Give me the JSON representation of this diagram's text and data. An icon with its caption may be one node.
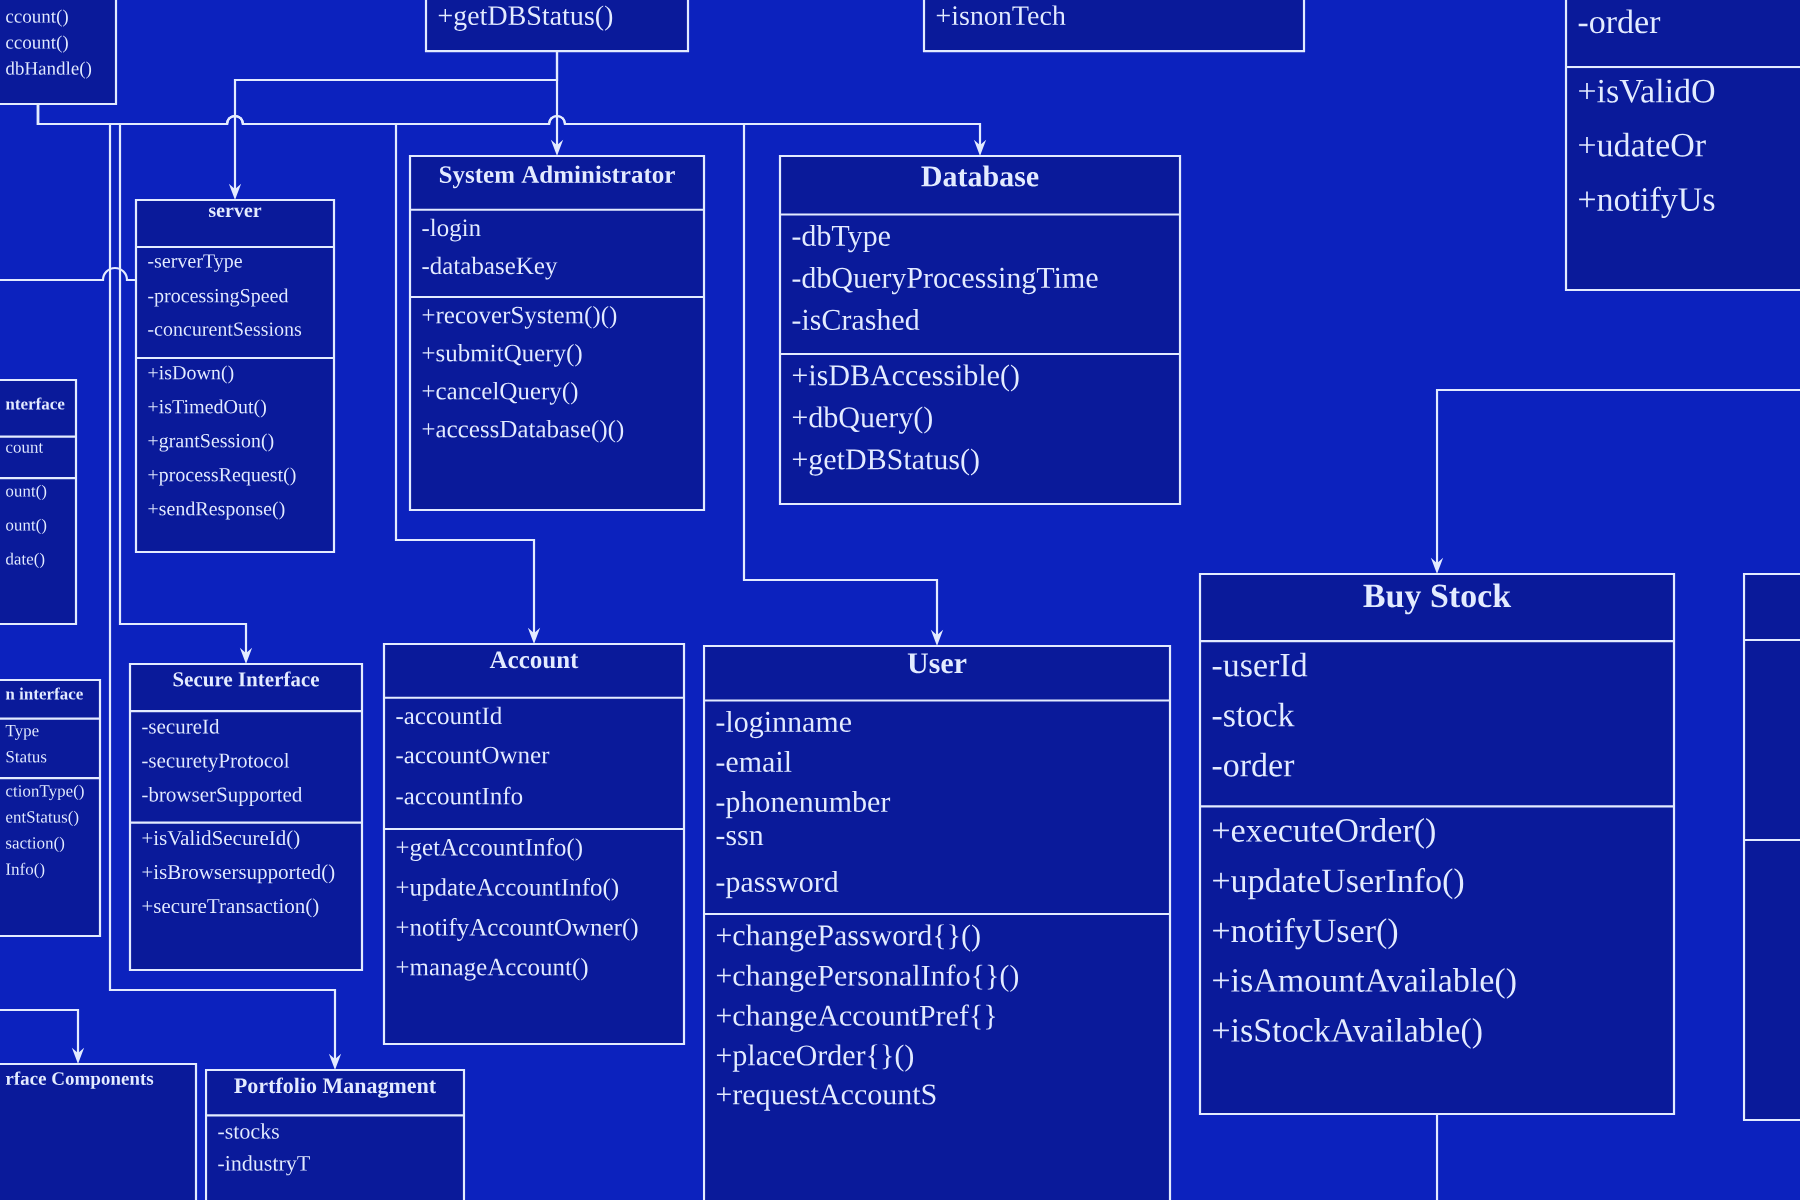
{
  "diagram": {
    "nodes": [
      {
        "text": [
          "ccount()",
          "ccount()",
          "dbHandle()"
        ]
      },
      {
        "text": [
          "+getDBStatus()"
        ]
      },
      {
        "text": [
          "+isnonTech"
        ]
      },
      {
        "text": [
          "-order",
          "+isValidO",
          "+udateOr",
          "+notifyUs"
        ]
      },
      {
        "text": [
          "server",
          "-serverType",
          "-processingSpeed",
          "-concurentSessions",
          "+isDown()",
          "+isTimedOut()",
          "+grantSession()",
          "+processRequest()",
          "+sendResponse()"
        ]
      },
      {
        "text": [
          "System Administrator",
          "-login",
          "-databaseKey",
          "+recoverSystem()()",
          "+submitQuery()",
          "+cancelQuery()",
          "+accessDatabase()()"
        ]
      },
      {
        "text": [
          "Database",
          "-dbType",
          "-dbQueryProcessingTime",
          "-isCrashed",
          "+isDBAccessible()",
          "+dbQuery()",
          "+getDBStatus()"
        ]
      },
      {
        "text": [
          "nterface",
          "count",
          "ount()",
          "ount()",
          "date()"
        ]
      },
      {
        "text": [
          "Secure Interface",
          "-secureId",
          "-securetyProtocol",
          "-browserSupported",
          "+isValidSecureId()",
          "+isBrowsersupported()",
          "+secureTransaction()"
        ]
      },
      {
        "text": [
          "Account",
          "-accountId",
          "-accountOwner",
          "-accountInfo",
          "+getAccountInfo()",
          "+updateAccountInfo()",
          "+notifyAccountOwner()",
          "+manageAccount()"
        ]
      },
      {
        "text": [
          "User",
          "-loginname",
          "-email",
          "-phonenumber",
          "-ssn",
          "-password",
          "+changePassword{}()",
          "+changePersonalInfo{}()",
          "+changeAccountPref{}",
          "+placeOrder{}()",
          "+requestAccountS"
        ]
      },
      {
        "text": [
          "n interface",
          "Type",
          "Status",
          "ctionType()",
          "entStatus()",
          "saction()",
          "Info()"
        ]
      },
      {
        "text": [
          "Buy Stock",
          "-userId",
          "-stock",
          "-order",
          "+executeOrder()",
          "+updateUserInfo()",
          "+notifyUser()",
          "+isAmountAvailable()",
          "+isStockAvailable()"
        ]
      },
      {
        "text": [],
        "shape": "box"
      },
      {
        "text": [
          "rface Components"
        ]
      },
      {
        "text": [
          "Portfolio Managment",
          "-stocks",
          "-industryT"
        ]
      }
    ],
    "edges": [
      {
        "from": 1,
        "to": 4,
        "arrow": "to"
      },
      {
        "from": 1,
        "to": 5,
        "arrow": "to"
      },
      {
        "from": 0,
        "to": 6,
        "arrow": "to"
      },
      {
        "from": 0,
        "to": 9,
        "arrow": "to"
      },
      {
        "from": 0,
        "to": 10,
        "arrow": "to"
      },
      {
        "from": 0,
        "to": 8,
        "arrow": "to"
      },
      {
        "from": 0,
        "to": 15,
        "arrow": "to"
      },
      {
        "from": null,
        "to": 14,
        "arrow": "to"
      },
      {
        "from": null,
        "to": 4,
        "arrow": "none"
      },
      {
        "from": null,
        "to": 12,
        "arrow": "to"
      },
      {
        "from": 12,
        "to": null,
        "arrow": "none"
      }
    ]
  }
}
